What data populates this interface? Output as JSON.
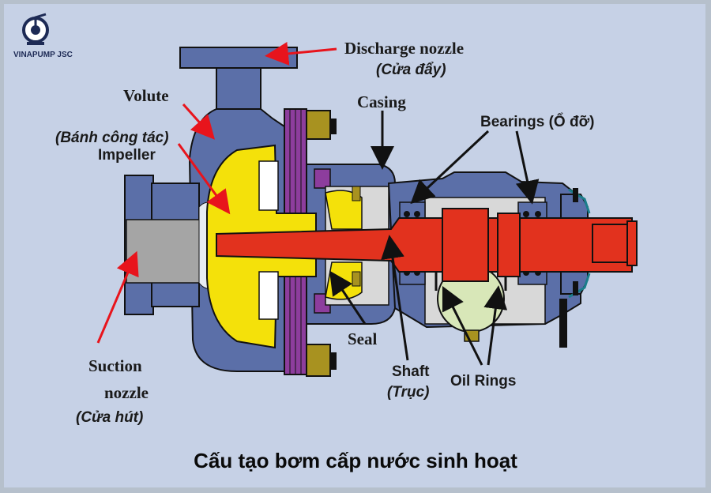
{
  "logo": {
    "text": "VINAPUMP JSC"
  },
  "labels": {
    "discharge": "Discharge nozzle",
    "discharge_vi": "(Cửa đẩy)",
    "volute": "Volute",
    "casing": "Casing",
    "bearings": "Bearings (Ổ đỡ)",
    "impeller_vi": "(Bánh công tác)",
    "impeller": "Impeller",
    "suction1": "Suction",
    "suction2": "nozzle",
    "suction_vi": "(Cửa hút)",
    "seal": "Seal",
    "shaft": "Shaft",
    "shaft_vi": "(Trục)",
    "oil_rings": "Oil Rings"
  },
  "caption": "Cấu tạo bơm cấp nước sinh hoạt",
  "colors": {
    "background": "#c6d1e6",
    "casing": "#5b6fa8",
    "impeller": "#f4e10a",
    "shaft": "#e2321e",
    "seal": "#8d3d9d",
    "bolt": "#a89220",
    "arrow": "#e8141c",
    "outline": "#111111"
  }
}
